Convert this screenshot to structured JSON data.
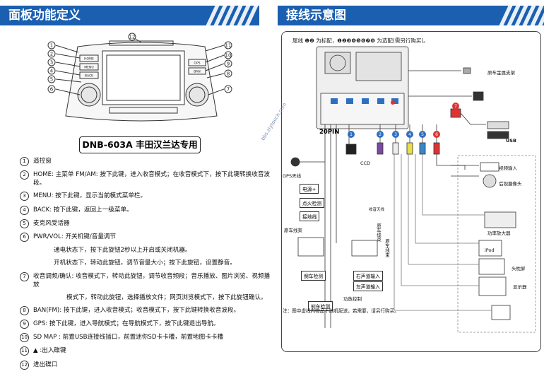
{
  "left_title": "面板功能定义",
  "right_title": "接线示意图",
  "model": "DNB-603A 丰田汉兰达专用",
  "panel_labels": {
    "btn_home": "HOME",
    "btn_menu": "MENU",
    "btn_back": "BACK",
    "btn_gps": "GPS",
    "btn_ban": "BAN"
  },
  "legend": [
    {
      "num": "1",
      "text": "遥控窗"
    },
    {
      "num": "2",
      "text": "HOME: 主菜单 FM/AM: 按下此键，进入收音模式；在收音模式下，按下此键转换收音波段。"
    },
    {
      "num": "3",
      "text": "MENU: 按下此键，显示当前模式菜单栏。"
    },
    {
      "num": "4",
      "text": "BACK: 按下此键，返回上一级菜单。"
    },
    {
      "num": "5",
      "text": "麦克风受话器"
    },
    {
      "num": "6",
      "text": "PWR/VOL: 开关机键/音量调节"
    },
    {
      "num": "",
      "text": "通电状态下，按下此旋钮2秒以上开启或关闭机器。",
      "cls": "cont"
    },
    {
      "num": "",
      "text": "开机状态下，转动此旋钮，调节音量大小；按下此旋钮，设置静音。",
      "cls": "cont"
    },
    {
      "num": "7",
      "text": "收音调频/确认: 收音模式下，转动此旋钮，调节收音频段；音乐播放、图片浏览、视频播放"
    },
    {
      "num": "",
      "text": "模式下，转动此旋钮，选择播放文件；网页浏览模式下，按下此旋钮确认。",
      "cls": "cont2"
    },
    {
      "num": "8",
      "text": "BAN(FM): 按下此键，进入收音模式；收音模式下，按下此键转换收音波段。"
    },
    {
      "num": "9",
      "text": "GPS: 按下此键，进入导航模式；在导航模式下，按下此键退出导航。"
    },
    {
      "num": "10",
      "text": "SD  MAP : 前置USB连接线插口，前置迷你SD卡卡槽，前置地图卡卡槽"
    },
    {
      "num": "11",
      "text": "▲ :出入碟键"
    },
    {
      "num": "12",
      "text": "进出碟口"
    }
  ],
  "wiring": {
    "top_note": "尾线 ❶❷ 为标配，❶❷❸❹❺❻❼❽ 为选配(需另行购买)。",
    "pin_label": "20PIN",
    "gps_antenna": "GPS天线",
    "ccd": "CCD",
    "radio_antenna": "收音天线",
    "power": "电源+",
    "ignition": "点火检测",
    "ground": "接地线",
    "left_harness": "原车线束",
    "right_harness": "原车线束",
    "reverse": "倒车检测",
    "right_audio": "右声道输入",
    "left_audio": "左声道输入",
    "power_amp": "功放控制",
    "brake": "刹车检测",
    "chassis": "原车金属支架",
    "usb": "USB",
    "video_in": "视频输入",
    "rear_camera": "后视摄像头",
    "power_amp_box": "功率放大器",
    "ipod": "iPod",
    "head_display": "头枕屏",
    "monitor": "显示器",
    "bottom_note": "注：图中虚线内物品不随机配送，若需要，请另行购买。",
    "watermark": "bbs.ziytouch.com"
  }
}
